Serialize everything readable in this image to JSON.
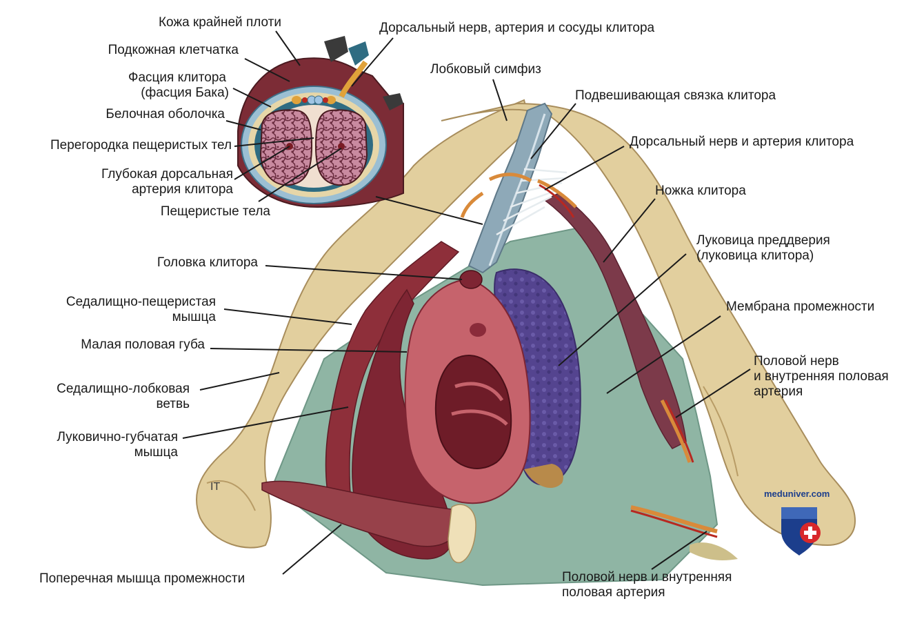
{
  "labels": {
    "skin_prepuce": "Кожа крайней плоти",
    "subcutaneous": "Подкожная клетчатка",
    "fascia_1": "Фасция клитора",
    "fascia_2": "(фасция Бака)",
    "tunica": "Белочная оболочка",
    "septum": "Перегородка пещеристых тел",
    "deep_artery_1": "Глубокая дорсальная",
    "deep_artery_2": "артерия клитора",
    "cavernous": "Пещеристые тела",
    "dorsal_vessels": "Дорсальный нерв, артерия и сосуды клитора",
    "pubic_symphysis": "Лобковый симфиз",
    "suspensory": "Подвешивающая связка клитора",
    "dorsal_nerve": "Дорсальный нерв и артерия клитора",
    "crus": "Ножка клитора",
    "bulb_1": "Луковица преддверия",
    "bulb_2": "(луковица клитора)",
    "membrane": "Мембрана промежности",
    "pudendal_r_1": "Половой нерв",
    "pudendal_r_2": "и внутренняя половая",
    "pudendal_r_3": "артерия",
    "glans": "Головка клитора",
    "ischiocav_1": "Седалищно-пещеристая",
    "ischiocav_2": "мышца",
    "labia_minora": "Малая половая губа",
    "ischiopubic_1": "Седалищно-лобковая",
    "ischiopubic_2": "ветвь",
    "bulbospong_1": "Луковично-губчатая",
    "bulbospong_2": "мышца",
    "transverse": "Поперечная мышца промежности",
    "pudendal_b_1": "Половой нерв и внутренняя",
    "pudendal_b_2": "половая артерия",
    "it_mark": "IT"
  },
  "logo": {
    "text": "meduniver.com"
  },
  "colors": {
    "bone": "#e2cf9e",
    "membrane": "#8fb5a4",
    "muscle": "#8e2f3a",
    "bulb": "#54448f",
    "logo_blue": "#1c3e8c",
    "logo_red": "#d8282a"
  }
}
